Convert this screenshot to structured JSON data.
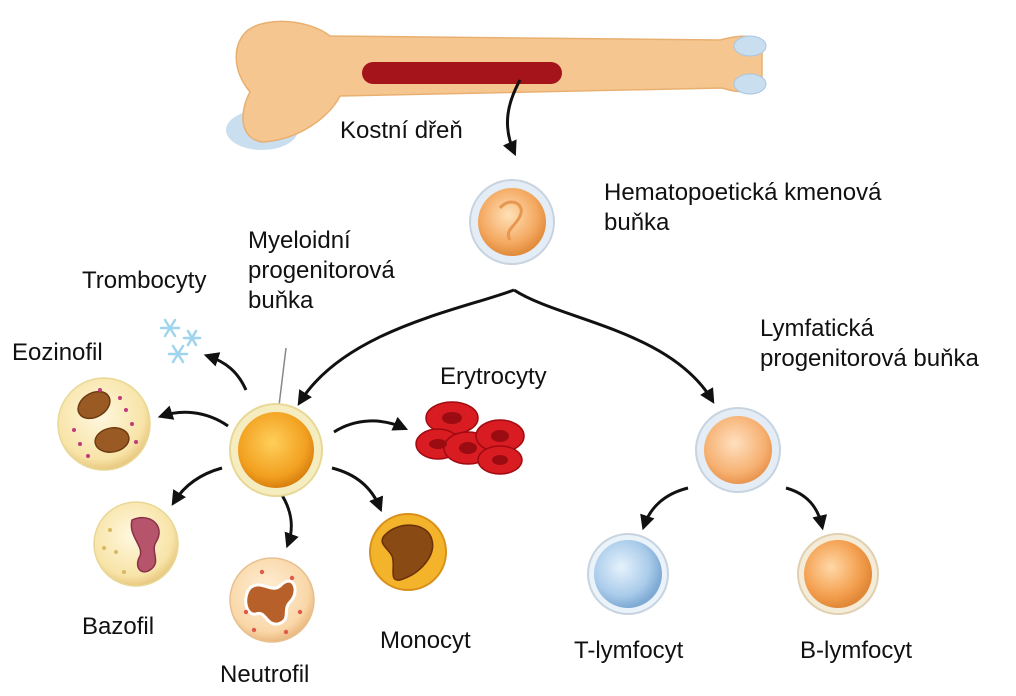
{
  "labels": {
    "bone_marrow": "Kostní dřeň",
    "hsc": [
      "Hematopoetická kmenová",
      "buňka"
    ],
    "myeloid": [
      "Myeloidní",
      "progenitorová",
      "buňka"
    ],
    "lymphoid": [
      "Lymfatická",
      "progenitorová buňka"
    ],
    "thrombocytes": "Trombocyty",
    "eosinophil": "Eozinofil",
    "erythrocytes": "Erytrocyty",
    "basophil": "Bazofil",
    "neutrophil": "Neutrofil",
    "monocyte": "Monocyt",
    "t_lymphocyte": "T-lymfocyt",
    "b_lymphocyte": "B-lymfocyt"
  },
  "colors": {
    "bone": "#f6c690",
    "bone_shadow": "#c9dff0",
    "marrow": "#a5141a",
    "arrow": "#111111",
    "stem_cell": "#f4a860",
    "myeloid_cell": "#f2a020",
    "lymphoid_cell": "#f6b070",
    "t_cell": "#a9cbea",
    "b_cell": "#f4a050",
    "erythrocyte": "#d81c22",
    "platelet": "#9fd4ee",
    "monocyte_nucleus": "#8a4a14"
  }
}
